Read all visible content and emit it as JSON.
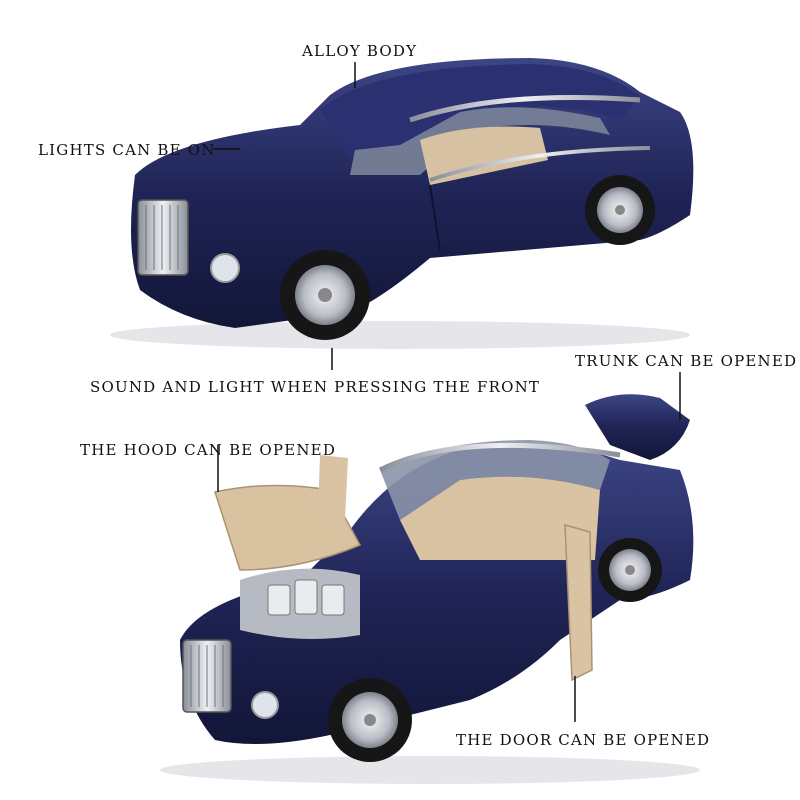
{
  "labels": {
    "alloy_body": "ALLOY BODY",
    "lights": "LIGHTS CAN BE ON",
    "sound_light": "SOUND AND LIGHT WHEN PRESSING THE FRONT",
    "trunk": "TRUNK CAN BE OPENED",
    "hood": "THE HOOD CAN BE OPENED",
    "door": "THE DOOR CAN BE OPENED"
  },
  "colors": {
    "body": "#1c2150",
    "body_light": "#3a4280",
    "chrome": "#c9ccd4",
    "interior": "#d9c3a2",
    "tire": "#1a1a1a",
    "glass": "#8e97a8"
  }
}
